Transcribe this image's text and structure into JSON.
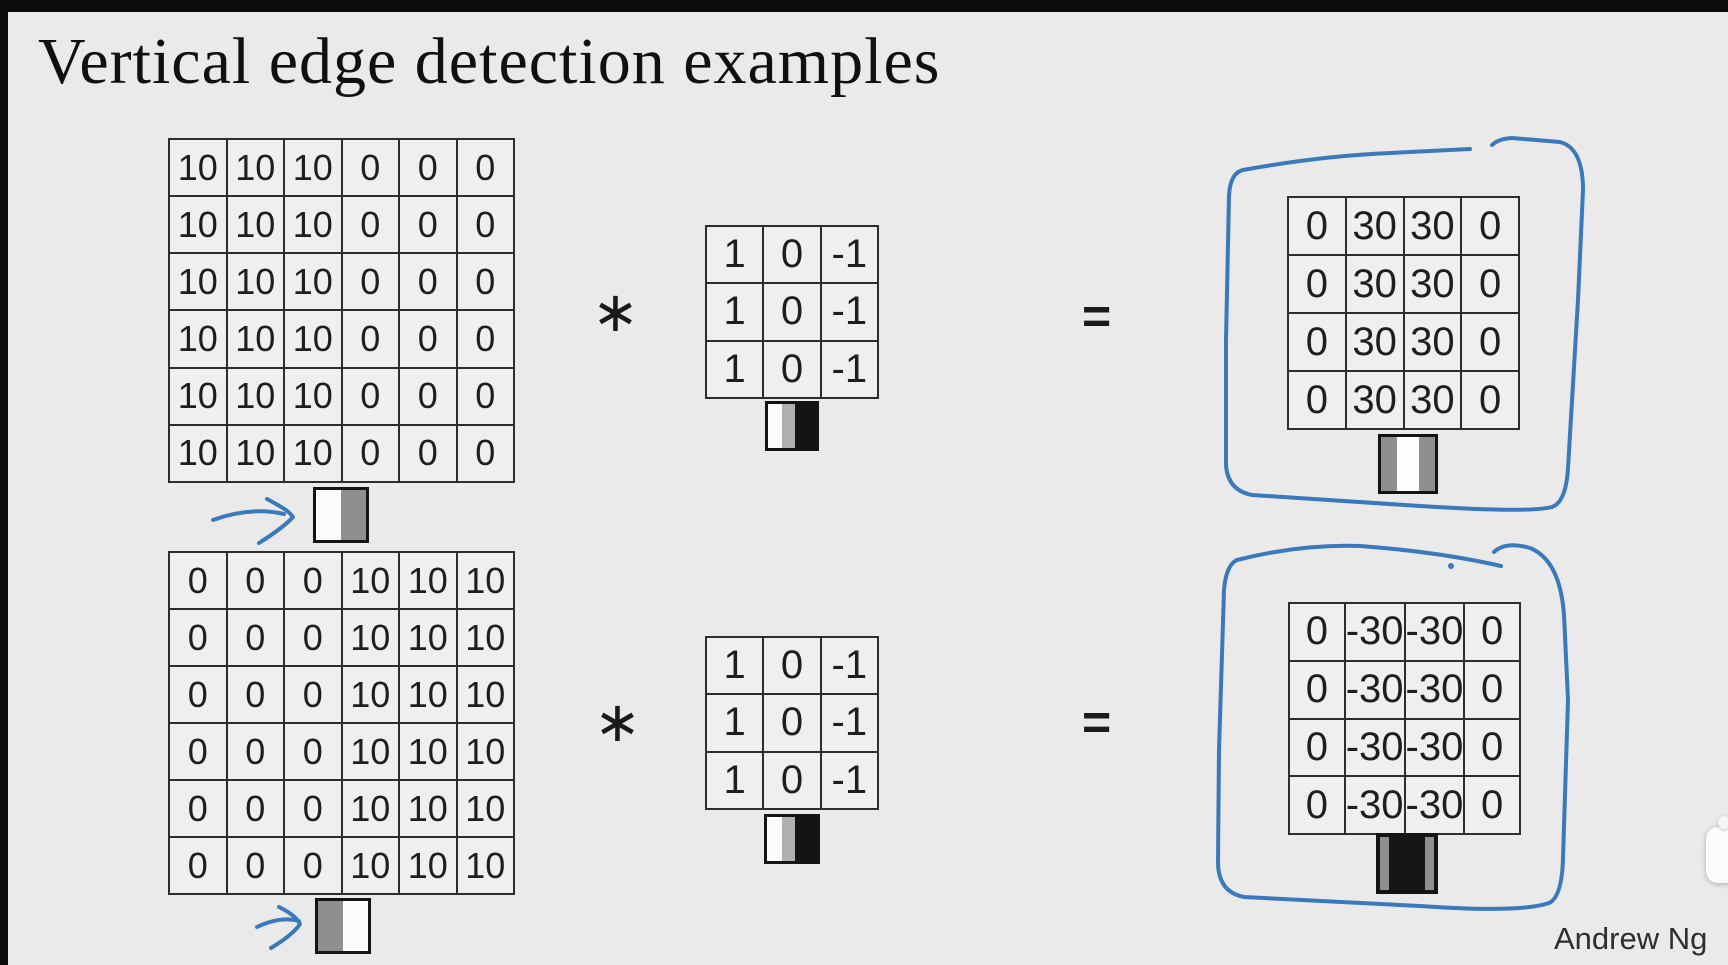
{
  "title": "Vertical edge detection examples",
  "attribution": "Andrew Ng",
  "operators": {
    "convolution": "∗",
    "equals": "="
  },
  "examples": [
    {
      "input_rows": [
        [
          10,
          10,
          10,
          0,
          0,
          0
        ],
        [
          10,
          10,
          10,
          0,
          0,
          0
        ],
        [
          10,
          10,
          10,
          0,
          0,
          0
        ],
        [
          10,
          10,
          10,
          0,
          0,
          0
        ],
        [
          10,
          10,
          10,
          0,
          0,
          0
        ],
        [
          10,
          10,
          10,
          0,
          0,
          0
        ]
      ],
      "filter_rows": [
        [
          1,
          0,
          -1
        ],
        [
          1,
          0,
          -1
        ],
        [
          1,
          0,
          -1
        ]
      ],
      "output_rows": [
        [
          0,
          30,
          30,
          0
        ],
        [
          0,
          30,
          30,
          0
        ],
        [
          0,
          30,
          30,
          0
        ],
        [
          0,
          30,
          30,
          0
        ]
      ]
    },
    {
      "input_rows": [
        [
          0,
          0,
          0,
          10,
          10,
          10
        ],
        [
          0,
          0,
          0,
          10,
          10,
          10
        ],
        [
          0,
          0,
          0,
          10,
          10,
          10
        ],
        [
          0,
          0,
          0,
          10,
          10,
          10
        ],
        [
          0,
          0,
          0,
          10,
          10,
          10
        ],
        [
          0,
          0,
          0,
          10,
          10,
          10
        ]
      ],
      "filter_rows": [
        [
          1,
          0,
          -1
        ],
        [
          1,
          0,
          -1
        ],
        [
          1,
          0,
          -1
        ]
      ],
      "output_rows": [
        [
          0,
          -30,
          -30,
          0
        ],
        [
          0,
          -30,
          -30,
          0
        ],
        [
          0,
          -30,
          -30,
          0
        ],
        [
          0,
          -30,
          -30,
          0
        ]
      ]
    }
  ],
  "thumbnails": {
    "input_a": {
      "stripes": [
        {
          "color": "#fbfbfb",
          "flex": 1
        },
        {
          "color": "#8f8f8f",
          "flex": 1
        }
      ]
    },
    "filter_a": {
      "stripes": [
        {
          "color": "#fbfbfb",
          "flex": 0.9
        },
        {
          "color": "#b0b0b0",
          "flex": 0.8
        },
        {
          "color": "#141414",
          "flex": 1.3
        }
      ]
    },
    "output_a": {
      "stripes": [
        {
          "color": "#8f8f8f",
          "flex": 0.9
        },
        {
          "color": "#fdfdfd",
          "flex": 1.2
        },
        {
          "color": "#8f8f8f",
          "flex": 0.9
        }
      ]
    },
    "input_b": {
      "stripes": [
        {
          "color": "#8f8f8f",
          "flex": 1
        },
        {
          "color": "#fbfbfb",
          "flex": 1
        }
      ]
    },
    "filter_b": {
      "stripes": [
        {
          "color": "#fbfbfb",
          "flex": 0.9
        },
        {
          "color": "#b0b0b0",
          "flex": 0.8
        },
        {
          "color": "#141414",
          "flex": 1.3
        }
      ]
    },
    "output_b": {
      "stripes": [
        {
          "color": "#8f8f8f",
          "flex": 0.5
        },
        {
          "color": "#161616",
          "flex": 2.1
        },
        {
          "color": "#8f8f8f",
          "flex": 0.5
        }
      ]
    }
  },
  "annotation_color": "#3a7abc"
}
